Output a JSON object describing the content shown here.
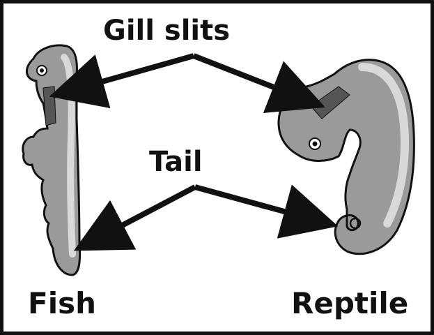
{
  "labels": {
    "gill_slits": "Gill slits",
    "tail": "Tail",
    "fish": "Fish",
    "reptile": "Reptile"
  },
  "colors": {
    "border": "#111111",
    "embryo_fill": "#9a9a9a",
    "embryo_highlight": "#d9d9d9",
    "gill_slit_fill": "#555555",
    "arrow": "#111111",
    "text": "#111111"
  }
}
